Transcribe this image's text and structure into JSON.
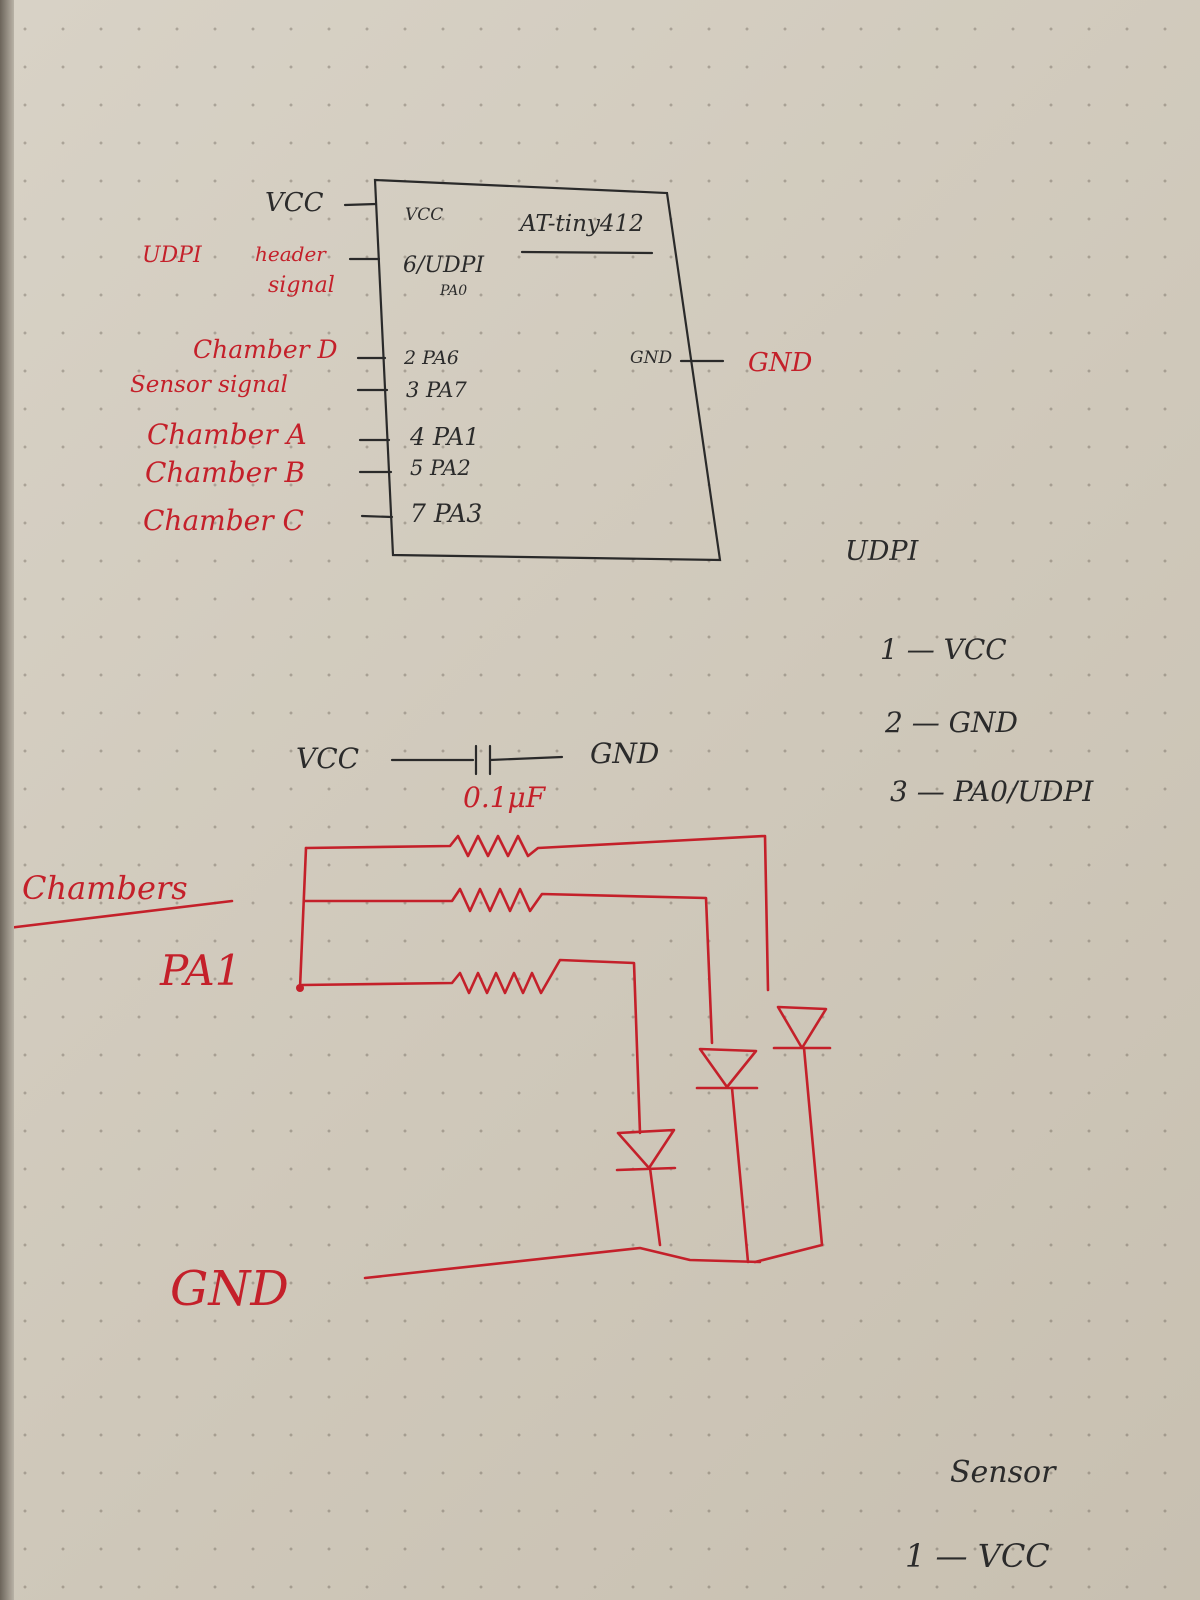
{
  "chip": {
    "title": "AT-tiny412",
    "pins": {
      "vcc": "VCC",
      "udpi": "6/UDPI",
      "pa0": "PA0",
      "p2": "2 PA6",
      "p3": "3 PA7",
      "p4": "4 PA1",
      "p5": "5 PA2",
      "p7": "7 PA3",
      "gnd": "GND"
    },
    "left_labels": {
      "vcc": "VCC",
      "udpi": "UDPI",
      "header": "header",
      "signal": "signal",
      "chamber_d": "Chamber D",
      "sensor_signal": "Sensor signal",
      "chamber_a": "Chamber A",
      "chamber_b": "Chamber B",
      "chamber_c": "Chamber C"
    },
    "right_label": "GND"
  },
  "udpi_header": {
    "title": "UDPI",
    "pins": [
      "1 — VCC",
      "2 — GND",
      "3 — PA0/UDPI"
    ]
  },
  "capacitor": {
    "left": "VCC",
    "right": "GND",
    "value": "0.1μF"
  },
  "chambers": {
    "title": "Chambers",
    "pa1": "PA1",
    "gnd": "GND"
  },
  "sensor": {
    "title": "Sensor",
    "pins": [
      "1 — VCC"
    ]
  },
  "colors": {
    "red_ink": "#c4202a",
    "pencil": "#2a2a2a",
    "paper": "#d6d0c4"
  }
}
